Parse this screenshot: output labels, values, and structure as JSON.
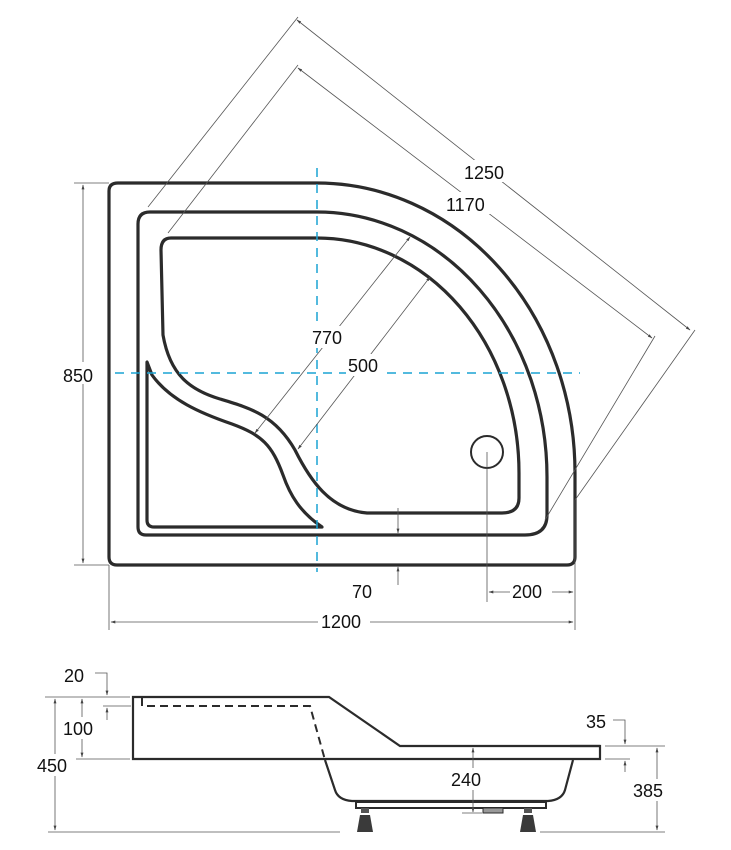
{
  "plan_view": {
    "dimensions": {
      "width": "1200",
      "depth": "850",
      "diagonal_outer": "1250",
      "diagonal_inner": "1170",
      "seat_diagonal": "770",
      "tray_diagonal": "500",
      "rim_width": "70",
      "drain_offset": "200"
    },
    "colors": {
      "axis": "#1aa3d4",
      "outline": "#2b2b2b"
    }
  },
  "side_view": {
    "dimensions": {
      "top_rim": "20",
      "seat_height": "100",
      "total_height": "450",
      "tray_rim": "35",
      "tray_depth": "240",
      "tray_height": "385"
    }
  }
}
